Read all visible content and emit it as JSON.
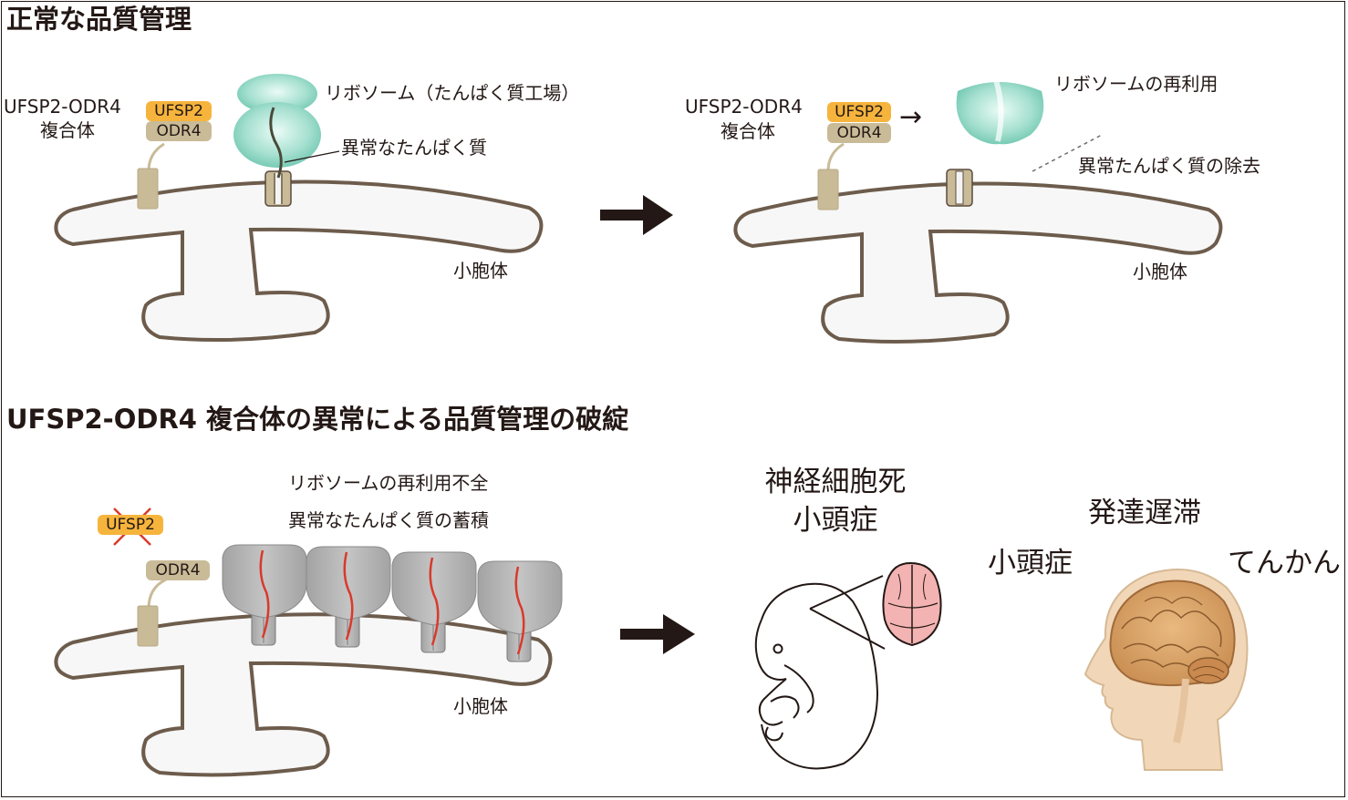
{
  "sections": {
    "normal_title": "正常な品質管理",
    "failure_title": "UFSP2-ODR4 複合体の異常による品質管理の破綻"
  },
  "panel_normal_before": {
    "complex_name_line1": "UFSP2-ODR4",
    "complex_name_line2": "複合体",
    "ufsp2": "UFSP2",
    "odr4": "ODR4",
    "ribosome_label": "リボソーム（たんぱく質工場）",
    "abnormal_protein_label": "異常なたんぱく質",
    "er_label": "小胞体"
  },
  "panel_normal_after": {
    "complex_name_line1": "UFSP2-ODR4",
    "complex_name_line2": "複合体",
    "ufsp2": "UFSP2",
    "odr4": "ODR4",
    "arrow_symbol": "→",
    "ribosome_recycle_label": "リボソームの再利用",
    "protein_removal_label": "異常たんぱく質の除去",
    "er_label": "小胞体"
  },
  "panel_failure": {
    "ufsp2": "UFSP2",
    "odr4": "ODR4",
    "recycle_failure_label": "リボソームの再利用不全",
    "accumulation_label": "異常なたんぱく質の蓄積",
    "er_label": "小胞体"
  },
  "outcomes": {
    "mouse_line1": "神経細胞死",
    "mouse_line2": "小頭症",
    "human_center": "発達遅滞",
    "human_left": "小頭症",
    "human_right": "てんかん"
  },
  "colors": {
    "ufsp2": "#f6b43d",
    "odr4": "#c9bb98",
    "ribosome_normal": "#8fd6c4",
    "ribosome_stalled": "#b3b3b3",
    "abnormal_protein": "#d93a2b",
    "er_fill": "#f7f7f7",
    "er_stroke": "#6d5c4c",
    "brain_pink": "#f2b3b2",
    "head_skin": "#f1d7b8",
    "brain_tan": "#d9a56d"
  }
}
